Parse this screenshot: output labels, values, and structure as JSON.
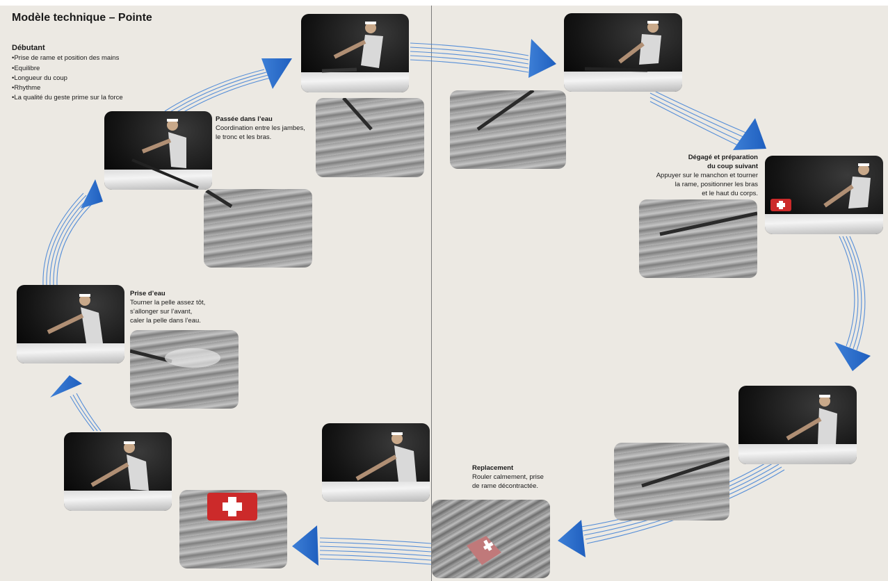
{
  "title": "Modèle technique – Pointe",
  "beginner": {
    "heading": "Débutant",
    "items": [
      "Prise de rame et position des mains",
      "Equilibre",
      "Longueur du coup",
      "Rhythme",
      "La qualité du geste prime sur la force"
    ]
  },
  "phases": {
    "catch": {
      "heading": "Prise d’eau",
      "lines": [
        "Tourner la pelle assez tôt,",
        "s’allonger sur l’avant,",
        "caler la pelle dans l’eau."
      ]
    },
    "drive": {
      "heading": "Passée dans l’eau",
      "lines": [
        "Coordination entre les jambes,",
        "le tronc et les bras."
      ]
    },
    "release": {
      "heading_lines": [
        "Dégagé et préparation",
        "du coup suivant"
      ],
      "lines": [
        "Appuyer sur le manchon et tourner",
        "la rame, positionner les bras",
        "et le haut du corps."
      ]
    },
    "recovery": {
      "heading": "Replacement",
      "lines": [
        "Rouler calmement, prise",
        "de rame décontractée."
      ]
    }
  },
  "colors": {
    "page": "#ece9e3",
    "arrow": "#3d7fd6",
    "arrow_light": "#cfe0f7",
    "spine": "#7a7a7a"
  }
}
